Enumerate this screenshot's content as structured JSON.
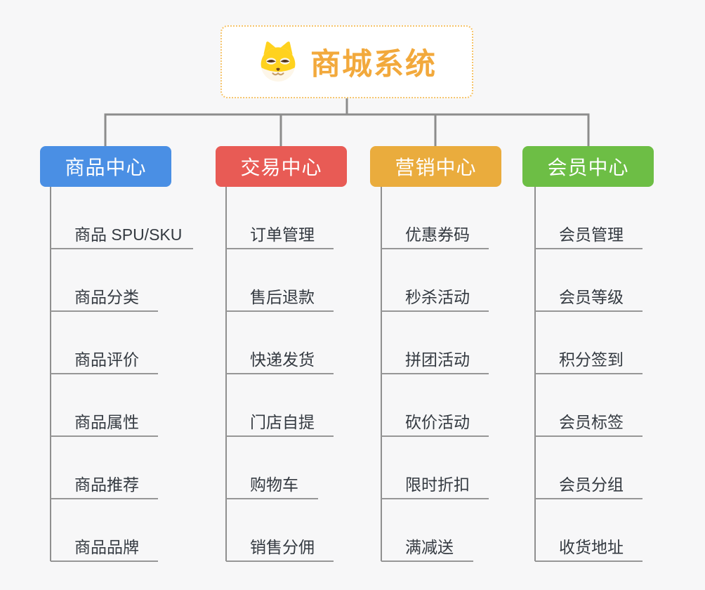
{
  "root": {
    "title": "商城系统",
    "icon": "shiba-dog-icon",
    "accent_color": "#f2a93c",
    "border_color": "#f6c46a"
  },
  "connector_color": "#8c8c8c",
  "underline_color": "#979797",
  "branches": [
    {
      "label": "商品中心",
      "color": "#4a8fe4",
      "items": [
        "商品 SPU/SKU",
        "商品分类",
        "商品评价",
        "商品属性",
        "商品推荐",
        "商品品牌"
      ]
    },
    {
      "label": "交易中心",
      "color": "#e85b55",
      "items": [
        "订单管理",
        "售后退款",
        "快递发货",
        "门店自提",
        "购物车",
        "销售分佣"
      ]
    },
    {
      "label": "营销中心",
      "color": "#eaac3d",
      "items": [
        "优惠券码",
        "秒杀活动",
        "拼团活动",
        "砍价活动",
        "限时折扣",
        "满减送"
      ]
    },
    {
      "label": "会员中心",
      "color": "#6dbe45",
      "items": [
        "会员管理",
        "会员等级",
        "积分签到",
        "会员标签",
        "会员分组",
        "收货地址"
      ]
    }
  ]
}
